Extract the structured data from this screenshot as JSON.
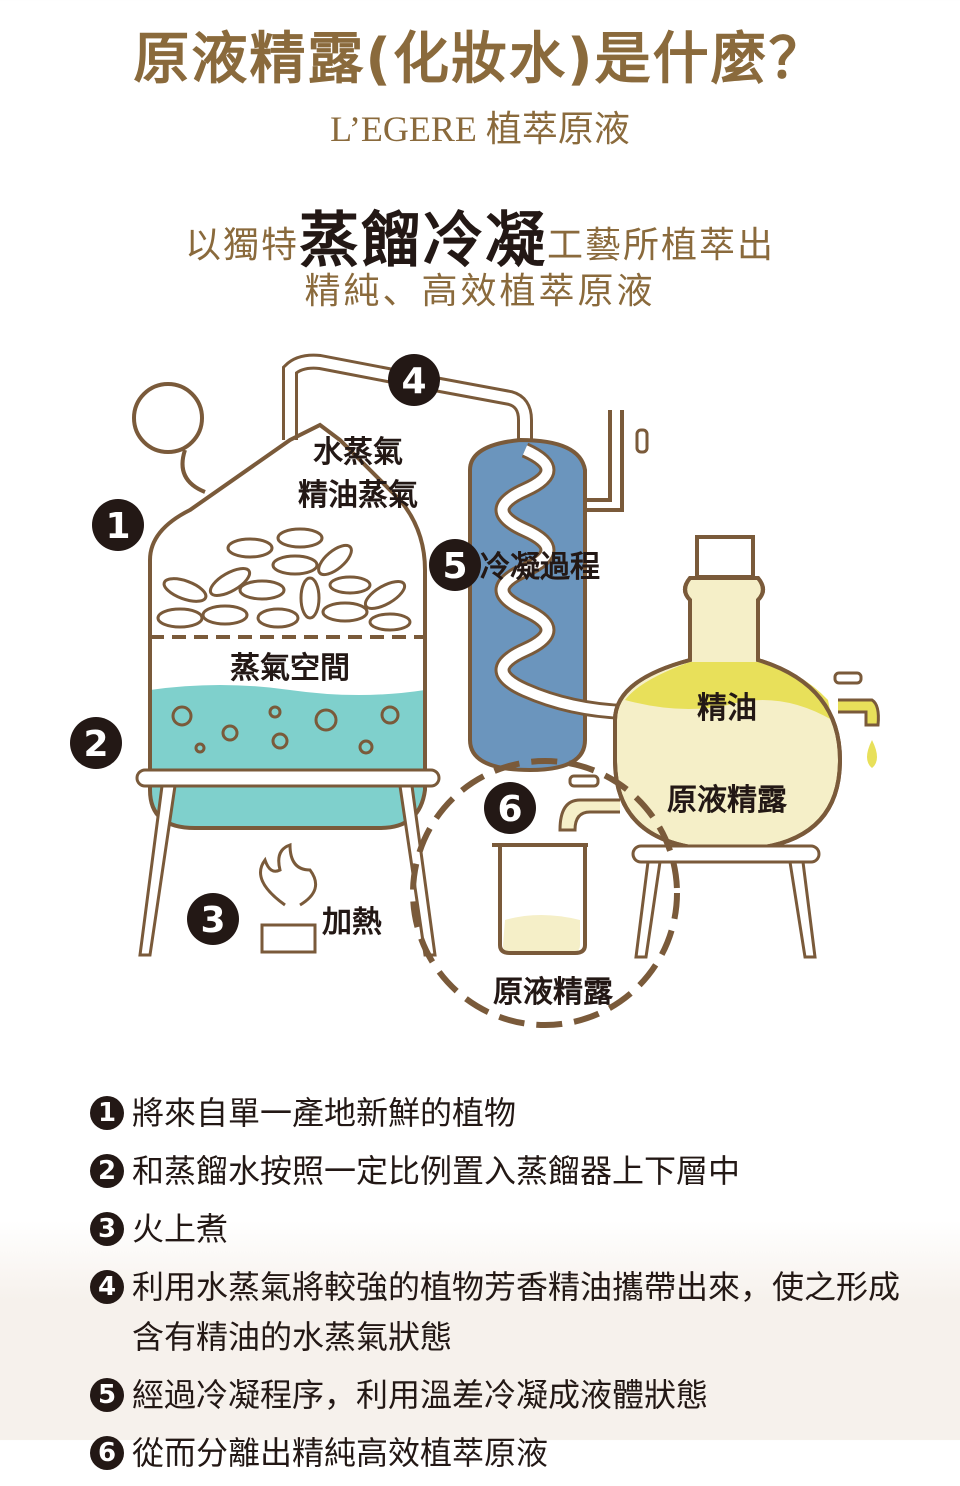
{
  "header": {
    "title": "原液精露(化妝水)是什麼？",
    "brand": "L’EGERE 植萃原液",
    "intro_prefix": "以獨特",
    "intro_highlight": "蒸餾冷凝",
    "intro_suffix": "工藝所植萃出",
    "intro_line2": "精純、高效植萃原液"
  },
  "diagram": {
    "labels": {
      "steam": "水蒸氣",
      "oil_steam": "精油蒸氣",
      "steam_space": "蒸氣空間",
      "condense": "冷凝過程",
      "heat": "加熱",
      "oil": "精油",
      "hydrosol_flask": "原液精露",
      "hydrosol_beaker": "原液精露"
    },
    "numbers": [
      "1",
      "2",
      "3",
      "4",
      "5",
      "6"
    ],
    "colors": {
      "brown": "#7a5a3a",
      "water": "#7fd0cc",
      "condenser": "#6b95bd",
      "oil": "#e8e05a",
      "hydrosol": "#f5efc8"
    }
  },
  "steps": [
    {
      "num": "1",
      "text": "將來自單一產地新鮮的植物"
    },
    {
      "num": "2",
      "text": "和蒸餾水按照一定比例置入蒸餾器上下層中"
    },
    {
      "num": "3",
      "text": "火上煮"
    },
    {
      "num": "4",
      "text": "利用水蒸氣將較強的植物芳香精油攜帶出來，使之形成含有精油的水蒸氣狀態"
    },
    {
      "num": "5",
      "text": "經過冷凝程序，利用溫差冷凝成液體狀態"
    },
    {
      "num": "6",
      "text": "從而分離出精純高效植萃原液"
    }
  ]
}
